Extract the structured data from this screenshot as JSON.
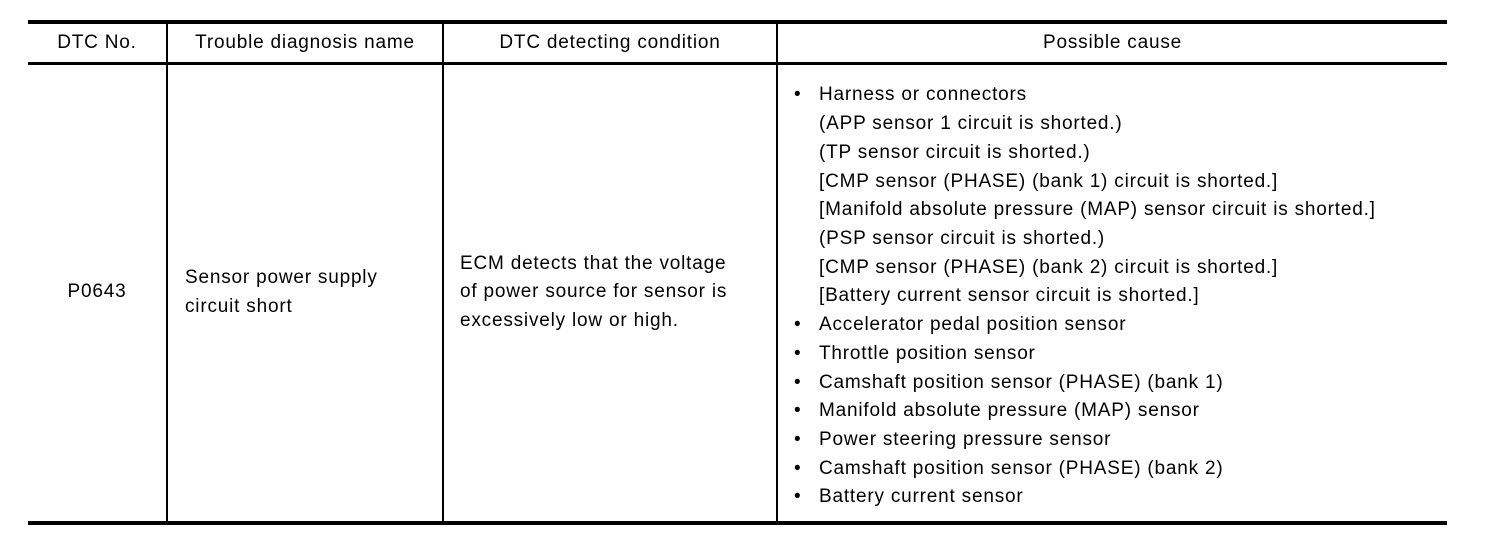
{
  "page": {
    "background": "#ffffff",
    "text_color": "#000000",
    "border_color": "#000000"
  },
  "table": {
    "headers": [
      "DTC No.",
      "Trouble diagnosis name",
      "DTC detecting condition",
      "Possible cause"
    ],
    "row": {
      "dtc_no": "P0643",
      "trouble_diagnosis_name": "Sensor power supply circuit short",
      "dtc_detecting_condition": "ECM detects that the voltage of power source for sensor is excessively low or high.",
      "possible_cause": [
        {
          "type": "bullet",
          "text": "Harness or connectors"
        },
        {
          "type": "continuation",
          "text": "(APP sensor 1 circuit is shorted.)"
        },
        {
          "type": "continuation",
          "text": "(TP sensor circuit is shorted.)"
        },
        {
          "type": "continuation",
          "text": "[CMP sensor (PHASE) (bank 1) circuit is shorted.]"
        },
        {
          "type": "continuation",
          "text": "[Manifold absolute pressure (MAP) sensor circuit is shorted.]"
        },
        {
          "type": "continuation",
          "text": "(PSP sensor circuit is shorted.)"
        },
        {
          "type": "continuation",
          "text": "[CMP sensor (PHASE) (bank 2) circuit is shorted.]"
        },
        {
          "type": "continuation",
          "text": "[Battery current sensor circuit is shorted.]"
        },
        {
          "type": "bullet",
          "text": "Accelerator pedal position sensor"
        },
        {
          "type": "bullet",
          "text": "Throttle position sensor"
        },
        {
          "type": "bullet",
          "text": "Camshaft position sensor (PHASE) (bank 1)"
        },
        {
          "type": "bullet",
          "text": "Manifold absolute pressure (MAP) sensor"
        },
        {
          "type": "bullet",
          "text": "Power steering pressure sensor"
        },
        {
          "type": "bullet",
          "text": "Camshaft position sensor (PHASE) (bank 2)"
        },
        {
          "type": "bullet",
          "text": "Battery current sensor"
        }
      ]
    },
    "icons": {
      "bullet": "•"
    }
  }
}
